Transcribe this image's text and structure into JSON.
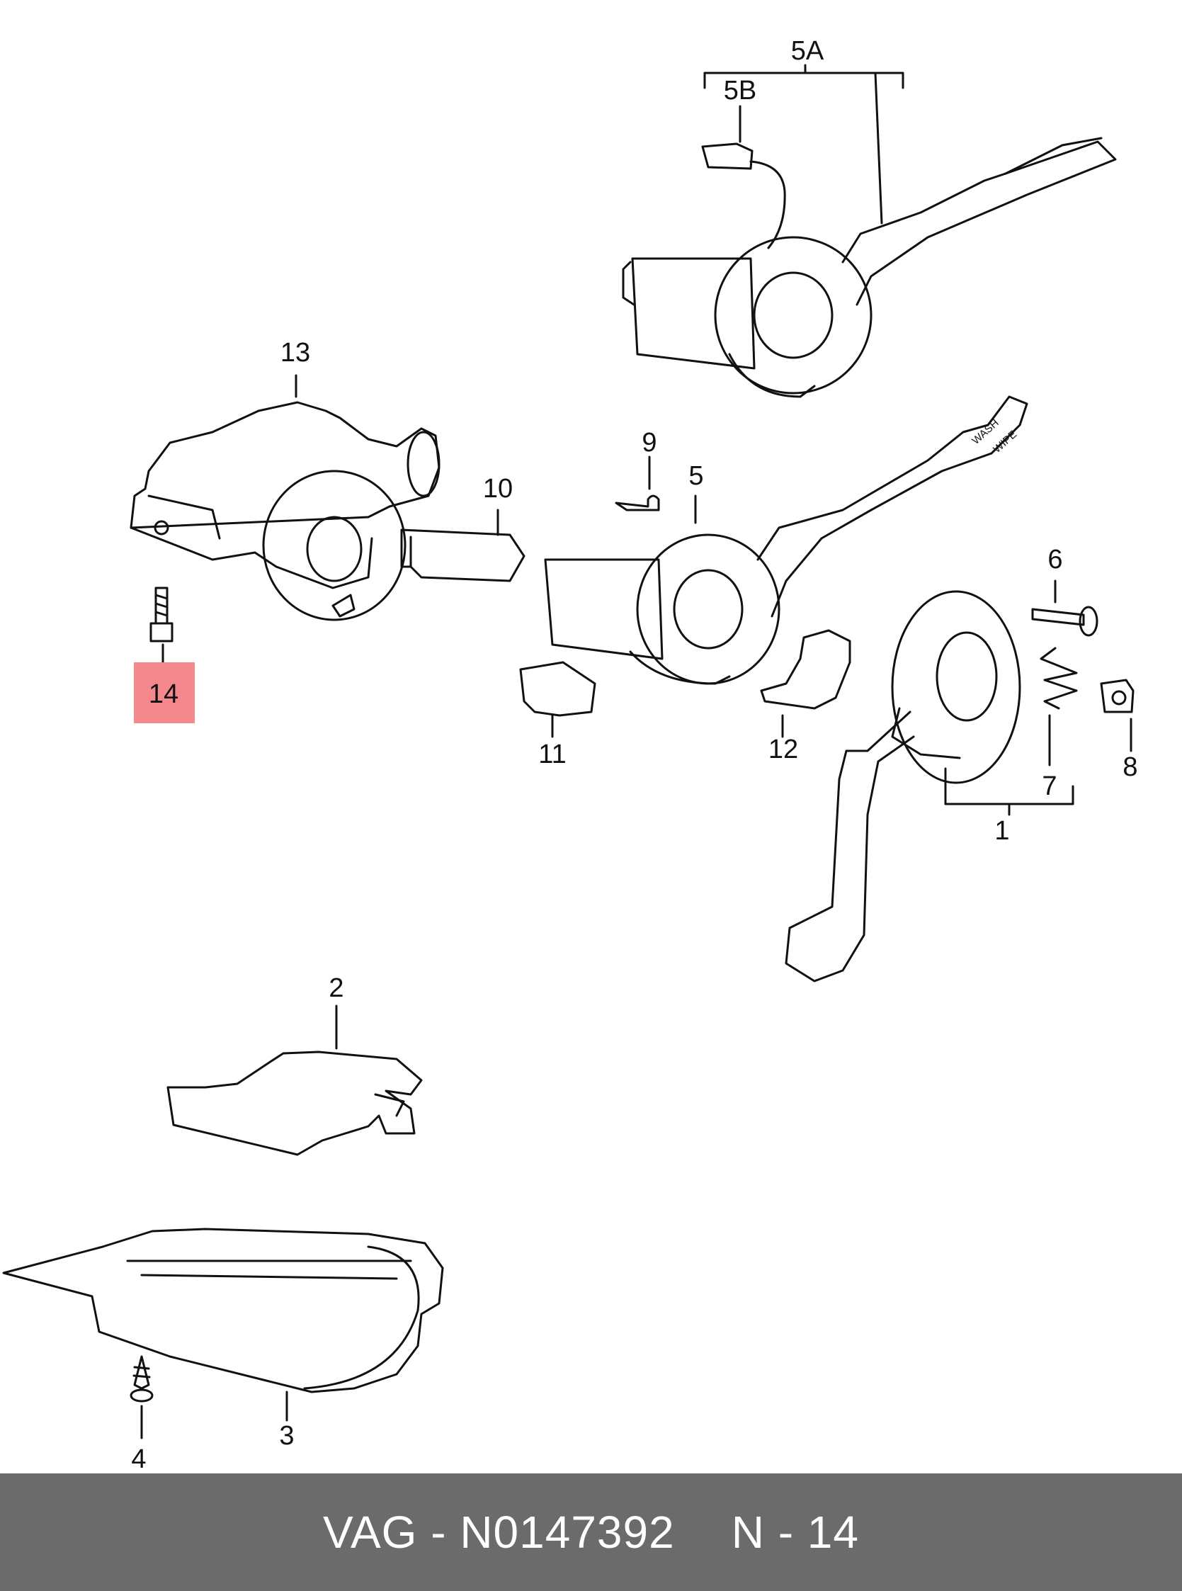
{
  "labels": {
    "l1": "1",
    "l2": "2",
    "l3": "3",
    "l4": "4",
    "l5": "5",
    "l5a": "5A",
    "l5b": "5B",
    "l6": "6",
    "l7": "7",
    "l8": "8",
    "l9": "9",
    "l10": "10",
    "l11": "11",
    "l12": "12",
    "l13": "13",
    "l14": "14"
  },
  "lever_text": {
    "wash": "WASH",
    "wipe": "WIPE"
  },
  "highlight_color": "#f5888c",
  "footer": {
    "part": "VAG - N0147392",
    "position": "N - 14"
  }
}
